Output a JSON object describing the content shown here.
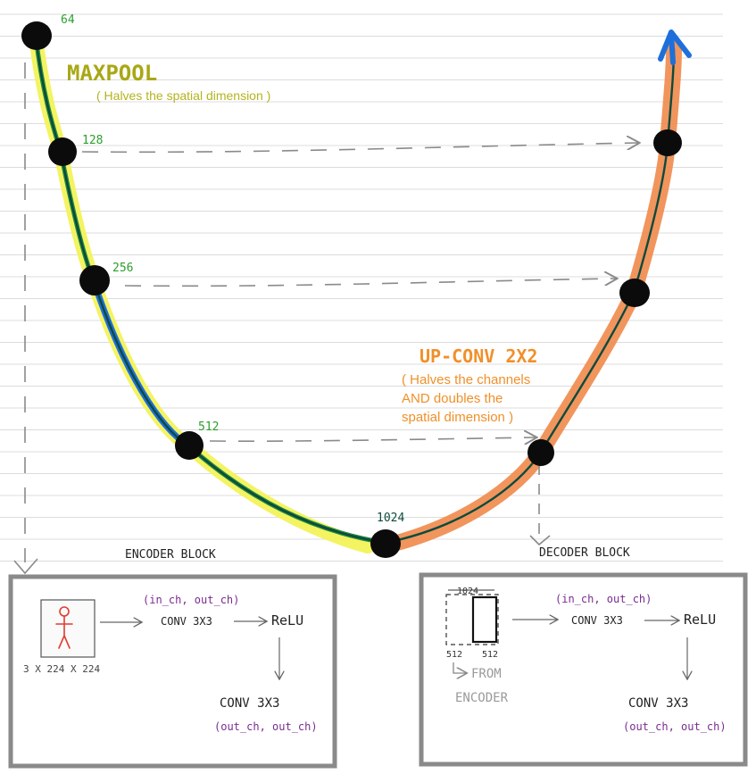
{
  "colors": {
    "line_dark": "#0d4a3e",
    "encoder_green": "#1f8a3b",
    "highlight_yellow": "#f3f25a",
    "blue": "#1e6fd9",
    "orange": "#f08a4b",
    "node": "#0b0b0b",
    "olive": "#a8a816",
    "label_orange": "#f0902a",
    "channel_green": "#2c9e2c",
    "purple": "#7a2c8f",
    "figure_red": "#e23b2e",
    "box_border": "#8a8a8a",
    "ruled_line": "#dcdcdc"
  },
  "nodes": {
    "n64": "64",
    "n128": "128",
    "n256": "256",
    "n512": "512",
    "n1024": "1024"
  },
  "maxpool": {
    "title": "MAXPOOL",
    "desc": "( Halves the spatial dimension )"
  },
  "upconv": {
    "title": "UP-CONV 2X2",
    "desc_lines": [
      "( Halves the channels",
      "AND doubles the",
      "spatial dimension )"
    ]
  },
  "encoder_block": {
    "title": "ENCODER BLOCK",
    "input_size": "3 X 224 X 224",
    "params_top": "(in_ch, out_ch)",
    "conv_top": "CONV 3X3",
    "relu": "ReLU",
    "conv_bottom": "CONV 3X3",
    "params_bottom": "(out_ch, out_ch)"
  },
  "decoder_block": {
    "title": "DECODER BLOCK",
    "size_top": "1024",
    "size_left": "512",
    "size_right": "512",
    "from_encoder_lines": [
      "FROM",
      "ENCODER"
    ],
    "params_top": "(in_ch, out_ch)",
    "conv_top": "CONV 3X3",
    "relu": "ReLU",
    "conv_bottom": "CONV 3X3",
    "params_bottom": "(out_ch, out_ch)"
  }
}
